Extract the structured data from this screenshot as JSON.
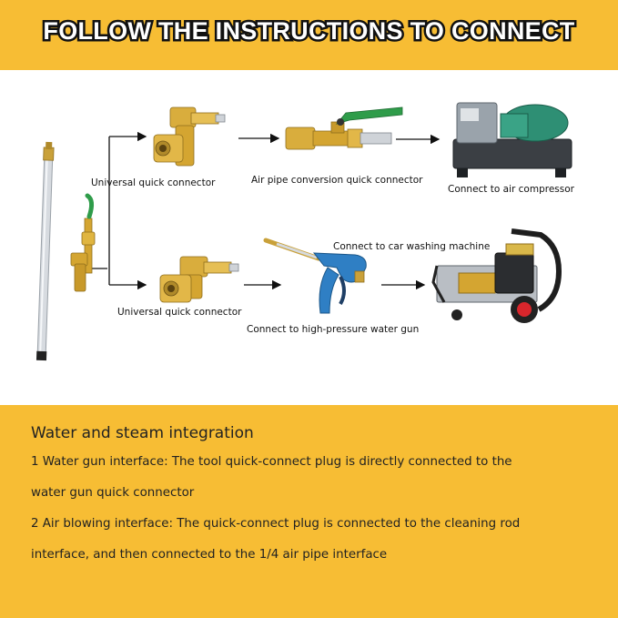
{
  "header": {
    "title": "FOLLOW THE INSTRUCTIONS TO CONNECT"
  },
  "diagram": {
    "label_universal_top": "Universal quick connector",
    "label_air_pipe": "Air pipe conversion quick connector",
    "label_air_compressor": "Connect to air compressor",
    "label_car_washing": "Connect to car washing machine",
    "label_universal_bottom": "Universal quick connector",
    "label_water_gun": "Connect to high-pressure water gun"
  },
  "info": {
    "heading": "Water and steam integration",
    "line1": "1 Water gun interface: The tool quick-connect plug is directly connected to the",
    "line2": "water gun quick connector",
    "line3": "2 Air blowing interface: The quick-connect plug is connected to the cleaning rod",
    "line4": "interface, and then connected to the 1/4 air pipe interface"
  },
  "colors": {
    "banner": "#f7bd34",
    "brass": "#d4a531",
    "green": "#2f9c4a",
    "blue": "#2f7fc4",
    "red": "#d8262c"
  }
}
